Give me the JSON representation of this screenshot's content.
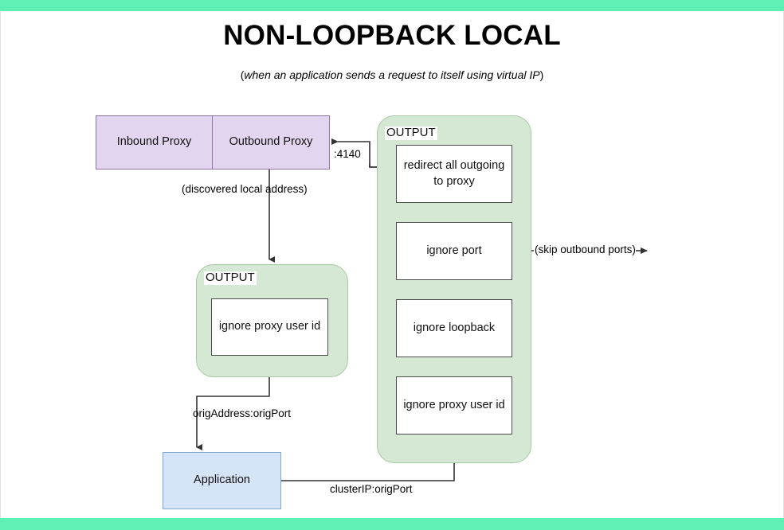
{
  "page": {
    "title": "NON-LOOPBACK LOCAL",
    "subtitle_prefix": "(",
    "subtitle_italic": "when an application sends a request to itself using virtual IP",
    "subtitle_suffix": ")",
    "band_color": "#5ef0b5",
    "background": "#ffffff"
  },
  "colors": {
    "purple_fill": "#e1d5ef",
    "purple_stroke": "#9673a6",
    "green_fill": "#d5e8d4",
    "green_stroke": "#a7c9a0",
    "blue_fill": "#d5e4f7",
    "blue_stroke": "#7ea6d9",
    "node_stroke": "#4d4d4d",
    "wire": "#333333"
  },
  "proxy": {
    "inbound_label": "Inbound Proxy",
    "outbound_label": "Outbound Proxy"
  },
  "groups": {
    "left_output": {
      "label": "OUTPUT"
    },
    "right_output": {
      "label": "OUTPUT"
    }
  },
  "nodes": {
    "left_chain": [
      {
        "id": "left-ignore-proxy-user-id",
        "label": "ignore proxy user id"
      }
    ],
    "right_chain": [
      {
        "id": "redirect-all-outgoing-to-proxy",
        "label": "redirect all outgoing to proxy",
        "line1": "redirect all outgoing",
        "line2": "to proxy"
      },
      {
        "id": "ignore-port",
        "label": "ignore port"
      },
      {
        "id": "ignore-loopback",
        "label": "ignore loopback"
      },
      {
        "id": "right-ignore-proxy-user-id",
        "label": "ignore proxy user id"
      }
    ],
    "application": {
      "id": "application",
      "label": "Application"
    }
  },
  "edge_labels": {
    "proxy_port": ":4140",
    "discovered_local_address": "(discovered local address)",
    "skip_outbound_ports": "(skip outbound ports)",
    "orig_address_orig_port": "origAddress:origPort",
    "cluster_ip_orig_port": "clusterIP:origPort"
  }
}
